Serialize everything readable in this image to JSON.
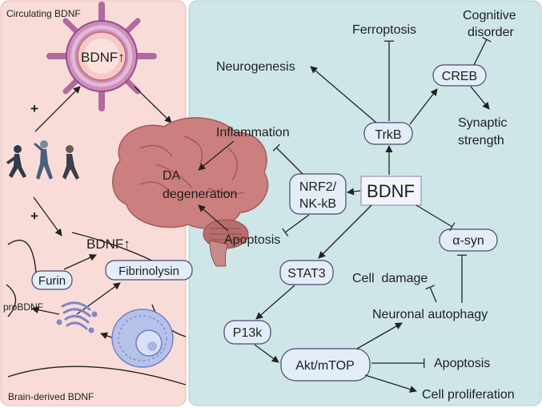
{
  "left_panel": {
    "circulating_label": "Circulating BDNF",
    "vessel_bdnf": "BDNF↑",
    "plus_top": "+",
    "plus_bottom": "+",
    "bdnf_up": "BDNF↑",
    "furin": "Furin",
    "fibrinolysin": "Fibrinolysin",
    "probdnf": "proBDNF",
    "brain_derived_label": "Brain-derived BDNF"
  },
  "brain": {
    "da_degeneration_line1": "DA",
    "da_degeneration_line2": "degeneration",
    "inflammation": "Inflammation",
    "apoptosis": "Apoptosis"
  },
  "right_panel": {
    "neurogenesis": "Neurogenesis",
    "ferroptosis": "Ferroptosis",
    "cognitive_line1": "Cognitive",
    "cognitive_line2": "disorder",
    "creb": "CREB",
    "trkb": "TrkB",
    "synaptic_line1": "Synaptic",
    "synaptic_line2": "strength",
    "nrf2_line1": "NRF2/",
    "nrf2_line2": "NK-kB",
    "bdnf": "BDNF",
    "alpha_syn": "α-syn",
    "stat3": "STAT3",
    "cell_damage": "Cell  damage",
    "neuronal_autophagy": "Neuronal autophagy",
    "p13k": "P13k",
    "akt_mtop": "Akt/mTOP",
    "apoptosis2": "Apoptosis",
    "cell_proliferation": "Cell proliferation"
  },
  "colors": {
    "left_bg": "#f9dcd8",
    "right_bg": "#cfe6e8",
    "box_fill": "#e3edf8",
    "box_stroke": "#4a4a6a",
    "vessel": "#b06a9e",
    "brain": "#c97a7a"
  }
}
